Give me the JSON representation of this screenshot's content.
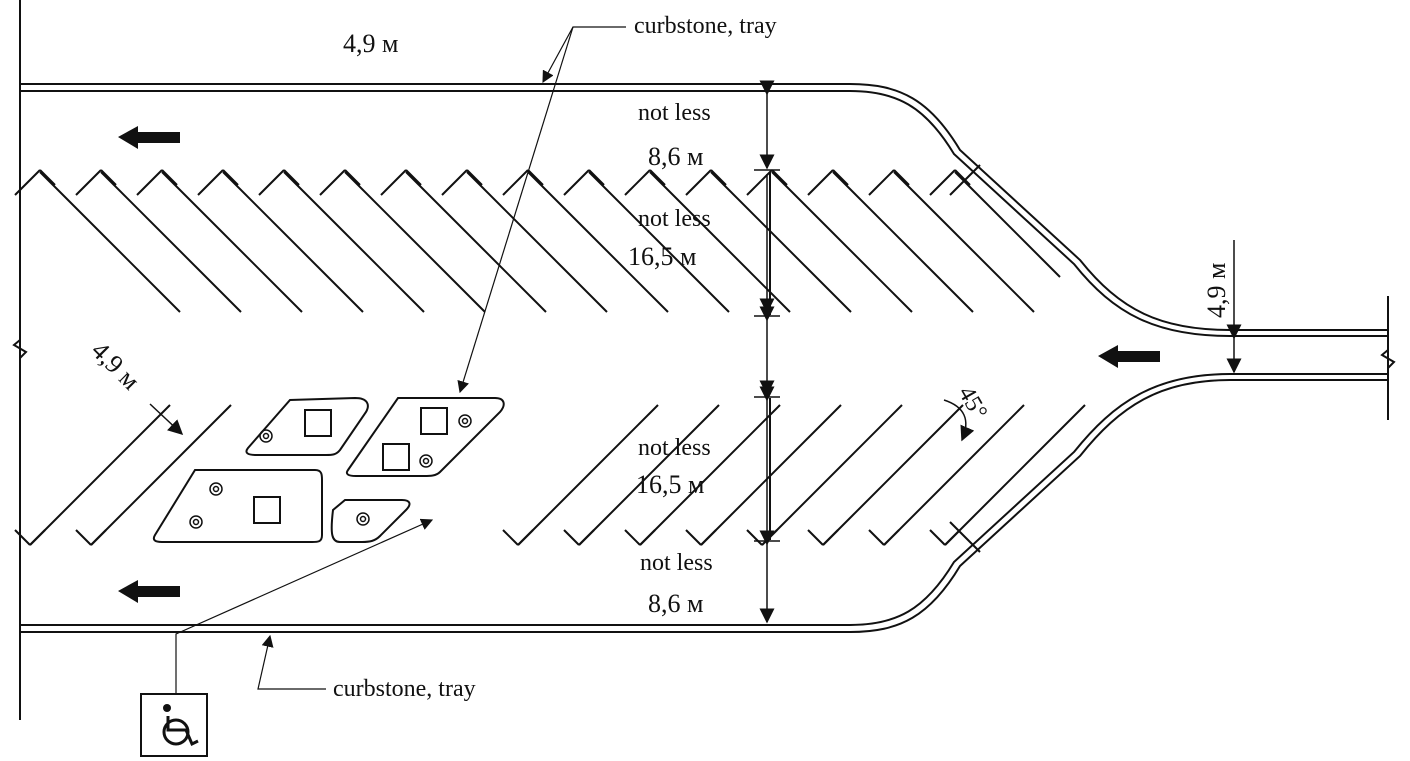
{
  "labels": {
    "curbstone_top": "curbstone, tray",
    "curbstone_bottom": "curbstone, tray",
    "width_top": "4,9 м",
    "width_diag": "4,9 м",
    "width_right": "4,9 м",
    "angle": "45°",
    "dims": [
      {
        "line1": "not less",
        "line2": "8,6 м"
      },
      {
        "line1": "not less",
        "line2": "16,5 м"
      },
      {
        "line1": "not less",
        "line2": "16,5 м"
      },
      {
        "line1": "not less",
        "line2": "8,6 м"
      }
    ]
  },
  "icons": {
    "accessible": "wheelchair-icon",
    "direction": "arrow-left-icon"
  },
  "colors": {
    "line": "#111111",
    "background": "#ffffff"
  }
}
